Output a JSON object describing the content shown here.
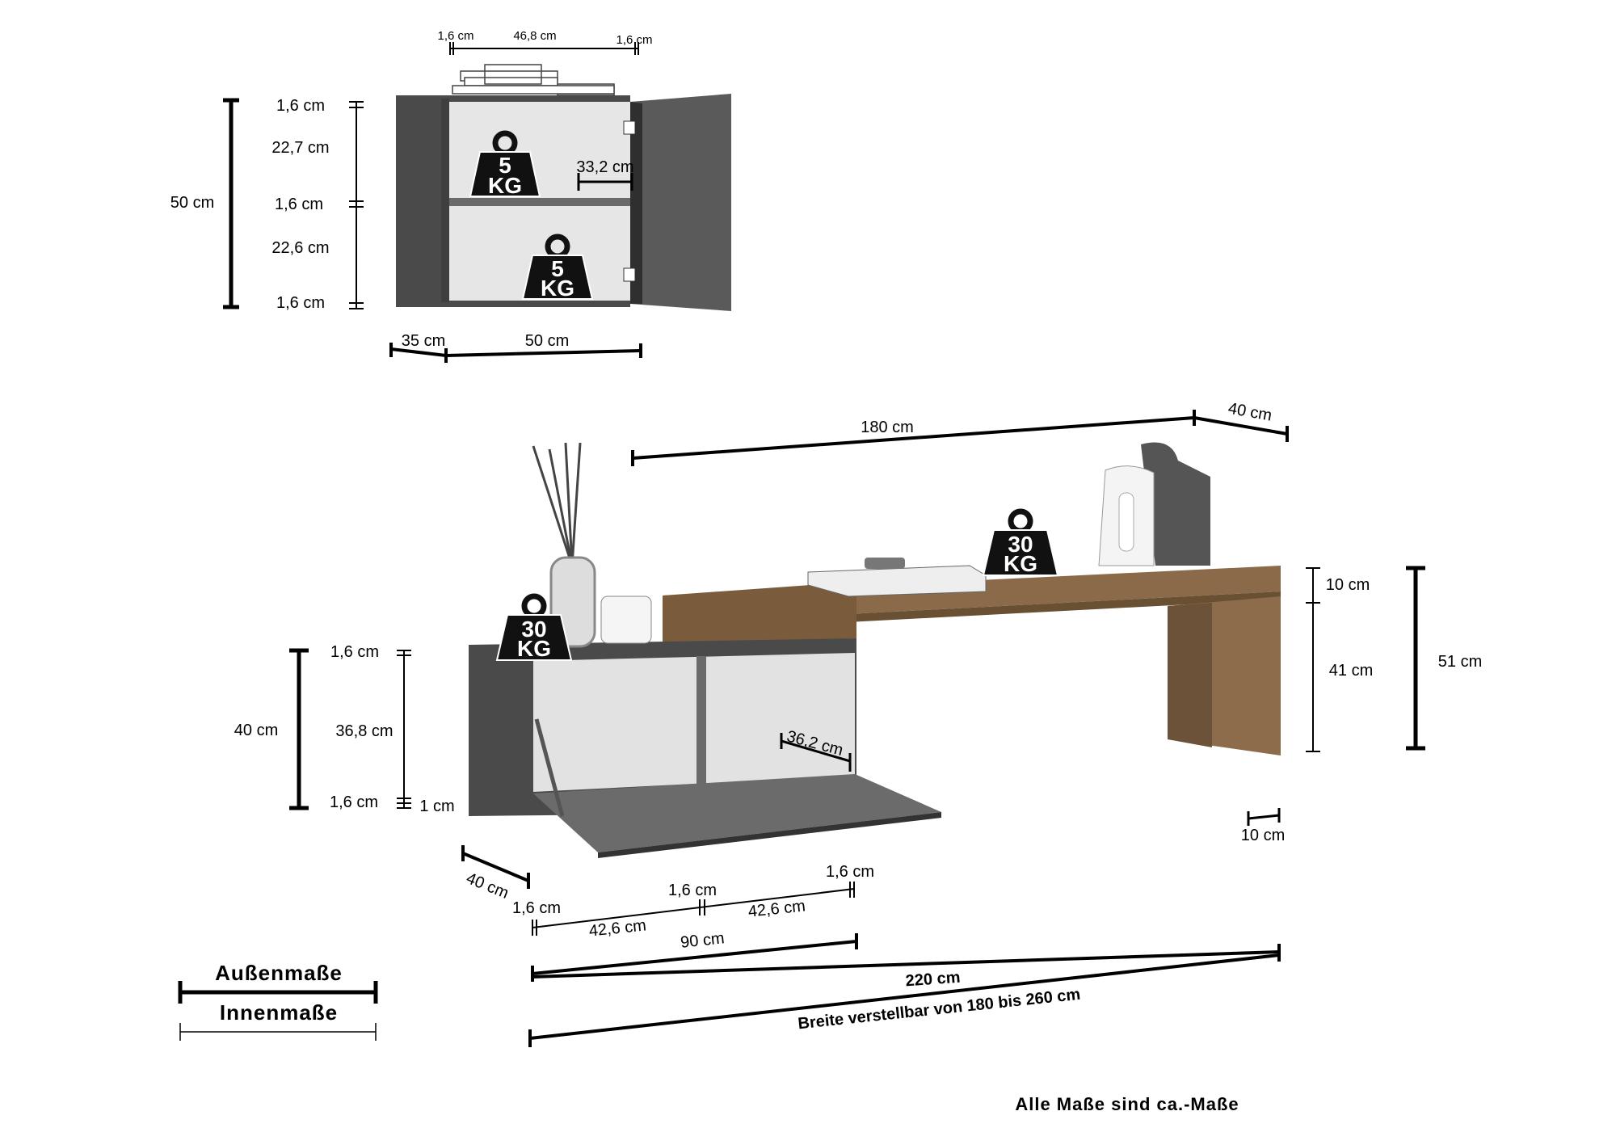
{
  "wall_cabinet": {
    "width_total": "50 cm",
    "depth": "35 cm",
    "height_total": "50 cm",
    "top_left_board": "1,6 cm",
    "inner_width": "46,8 cm",
    "top_right_board": "1,6 cm",
    "board_top": "1,6 cm",
    "upper_compartment": "22,7 cm",
    "shelf": "1,6 cm",
    "lower_compartment": "22,6 cm",
    "board_bottom": "1,6 cm",
    "inner_depth": "33,2 cm",
    "load_upper": {
      "value": "5",
      "unit": "KG"
    },
    "load_lower": {
      "value": "5",
      "unit": "KG"
    }
  },
  "tv_bench": {
    "top_length": "180 cm",
    "top_depth": "40 cm",
    "top_thickness": "10 cm",
    "leg_height": "41 cm",
    "total_height": "51 cm",
    "leg_width": "10 cm",
    "load_top": {
      "value": "30",
      "unit": "KG"
    },
    "load_base": {
      "value": "30",
      "unit": "KG"
    },
    "base_height": "40 cm",
    "base_board_top": "1,6 cm",
    "base_inner_height": "36,8 cm",
    "base_board_bottom": "1,6 cm",
    "feet_height": "1 cm",
    "base_depth": "40 cm",
    "base_inner_depth": "36,2 cm",
    "base_side_left": "1,6 cm",
    "base_compartment_left": "42,6 cm",
    "base_divider": "1,6 cm",
    "base_compartment_right": "42,6 cm",
    "base_side_right": "1,6 cm",
    "base_width": "90 cm",
    "total_width": "220 cm",
    "width_adjustable": "Breite verstellbar  von 180 bis 260 cm"
  },
  "legend": {
    "outer": "Außenmaße",
    "inner": "Innenmaße"
  },
  "footnote": "Alle Maße sind ca.-Maße"
}
